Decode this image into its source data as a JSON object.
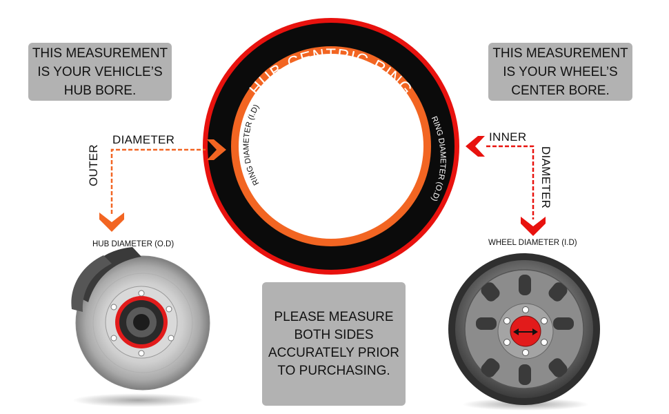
{
  "ring": {
    "title": "HUB-CENTRIC RING",
    "inner_label": "RING DIAMETER (I.D)",
    "outer_label": "RING DIAMETER (O.D)",
    "colors": {
      "outer_band": "#e8120e",
      "body": "#0b0b0b",
      "inner_band": "#f26522"
    }
  },
  "notes": {
    "left": [
      "THIS MEASUREMENT",
      "IS YOUR VEHICLE’S",
      "HUB BORE."
    ],
    "right": [
      "THIS MEASUREMENT",
      "IS YOUR WHEEL’S",
      "CENTER BORE."
    ],
    "center": [
      "PLEASE MEASURE",
      "BOTH SIDES",
      "ACCURATELY PRIOR",
      "TO PURCHASING."
    ]
  },
  "left_arrow": {
    "horizontal_label": "DIAMETER",
    "vertical_label": "OUTER",
    "color": "#f26522"
  },
  "right_arrow": {
    "horizontal_label": "INNER",
    "vertical_label": "DIAMETER",
    "color": "#e8120e"
  },
  "captions": {
    "hub": "HUB DIAMETER (O.D)",
    "wheel": "WHEEL DIAMETER (I.D)"
  },
  "icons": [
    "brake-hub-image",
    "steel-wheel-image",
    "double-arrow-icon"
  ]
}
